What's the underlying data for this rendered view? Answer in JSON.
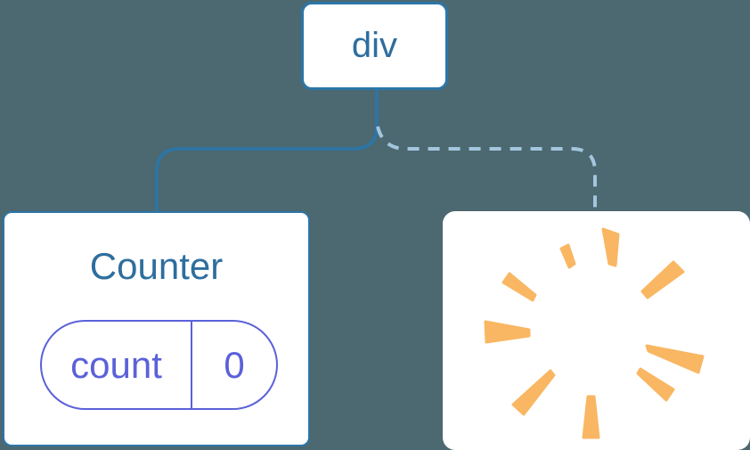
{
  "diagram": {
    "root_node": {
      "label": "div"
    },
    "counter_node": {
      "title": "Counter",
      "state_pill": {
        "name": "count",
        "value": "0"
      }
    },
    "removed_node": {
      "icon": "poof-icon"
    }
  },
  "colors": {
    "background": "#4C6870",
    "node_fill": "#FFFFFF",
    "node_border_blue": "#2B76A8",
    "node_text_blue": "#2D6E9E",
    "dashed_line_blue": "#A3C6DE",
    "state_purple": "#5B61D9",
    "poof_orange": "#F9B763"
  }
}
